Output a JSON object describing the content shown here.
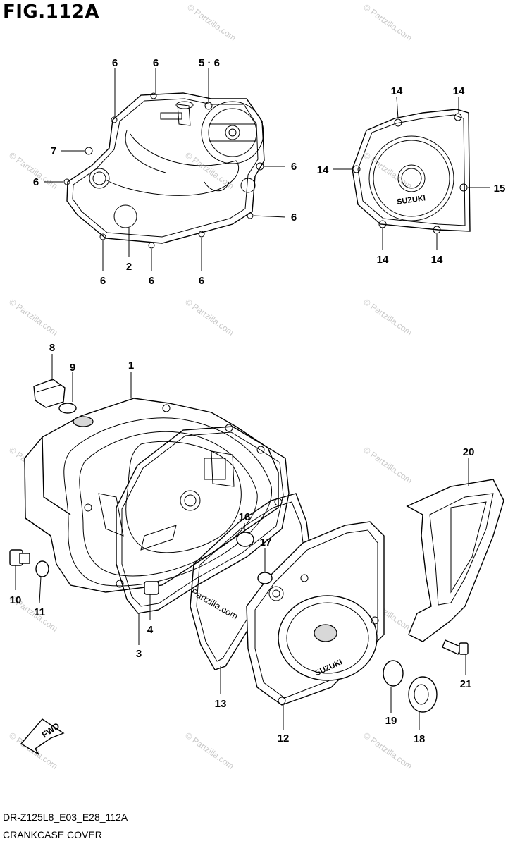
{
  "figure": {
    "title": "FIG.112A",
    "model_code": "DR-Z125L8_E03_E28_112A",
    "section_name": "CRANKCASE COVER"
  },
  "watermark": {
    "text": "© Partzilla.com",
    "brand_text": "Partzilla.com"
  },
  "embossed_text": {
    "cover_logo": "SUZUKI",
    "clutch_cover_logo": "SUZUKI"
  },
  "fwd_arrow_label": "FWD",
  "callouts": [
    {
      "id": "c-6a",
      "label": "6"
    },
    {
      "id": "c-6b",
      "label": "6"
    },
    {
      "id": "c-56",
      "label": "5 · 6"
    },
    {
      "id": "c-7",
      "label": "7"
    },
    {
      "id": "c-6c",
      "label": "6"
    },
    {
      "id": "c-6d",
      "label": "6"
    },
    {
      "id": "c-6e",
      "label": "6"
    },
    {
      "id": "c-2",
      "label": "2"
    },
    {
      "id": "c-6f",
      "label": "6"
    },
    {
      "id": "c-6g",
      "label": "6"
    },
    {
      "id": "c-6h",
      "label": "6"
    },
    {
      "id": "c-14a",
      "label": "14"
    },
    {
      "id": "c-14b",
      "label": "14"
    },
    {
      "id": "c-14c",
      "label": "14"
    },
    {
      "id": "c-15",
      "label": "15"
    },
    {
      "id": "c-14d",
      "label": "14"
    },
    {
      "id": "c-14e",
      "label": "14"
    },
    {
      "id": "c-8",
      "label": "8"
    },
    {
      "id": "c-9",
      "label": "9"
    },
    {
      "id": "c-1",
      "label": "1"
    },
    {
      "id": "c-20",
      "label": "20"
    },
    {
      "id": "c-16",
      "label": "16"
    },
    {
      "id": "c-17",
      "label": "17"
    },
    {
      "id": "c-10",
      "label": "10"
    },
    {
      "id": "c-11",
      "label": "11"
    },
    {
      "id": "c-4",
      "label": "4"
    },
    {
      "id": "c-3",
      "label": "3"
    },
    {
      "id": "c-13",
      "label": "13"
    },
    {
      "id": "c-12",
      "label": "12"
    },
    {
      "id": "c-19",
      "label": "19"
    },
    {
      "id": "c-18",
      "label": "18"
    },
    {
      "id": "c-21",
      "label": "21"
    }
  ]
}
